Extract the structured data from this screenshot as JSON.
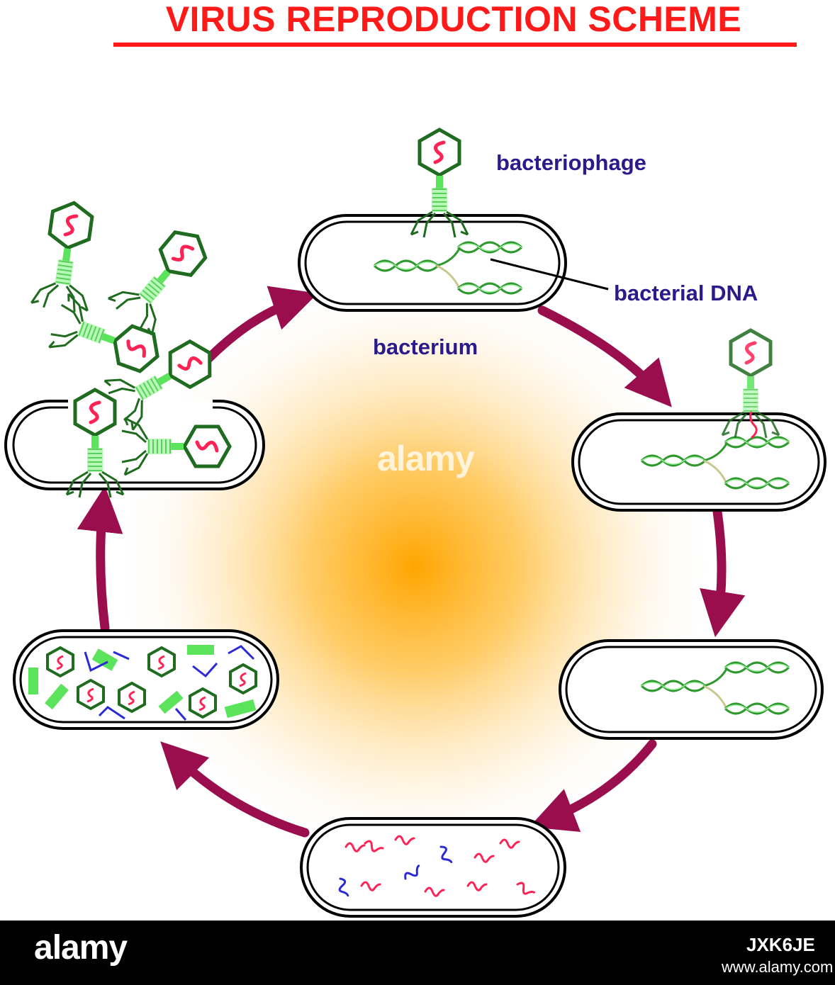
{
  "title": "VIRUS REPRODUCTION SCHEME",
  "labels": {
    "bacteriophage": "bacteriophage",
    "bacterial_dna": "bacterial DNA",
    "bacterium": "bacterium"
  },
  "watermark": {
    "logo": "alamy",
    "image_id": "JXK6JE",
    "url": "www.alamy.com"
  },
  "colors": {
    "title": "#ff1a1a",
    "label": "#2b1a8c",
    "arrow": "#9b0e4e",
    "phage": "#1f6b1f",
    "phage_tail": "#5be35b",
    "viral_dna": "#ff2255",
    "protein": "#2a2ad6",
    "glow": "#ffaa00",
    "footer": "#000000"
  }
}
